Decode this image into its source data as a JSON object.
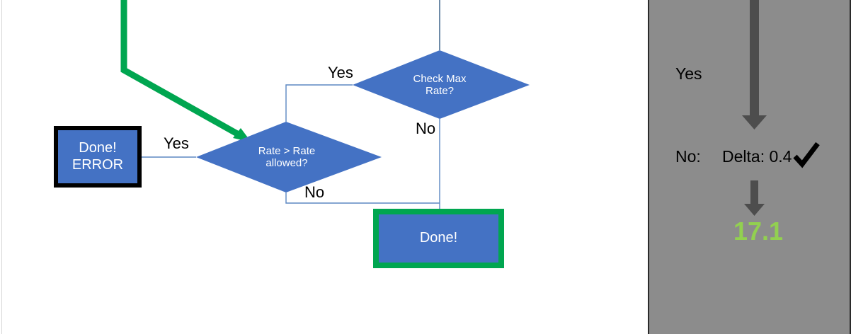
{
  "flowchart": {
    "nodes": {
      "check_max_rate": {
        "label_line1": "Check Max",
        "label_line2": "Rate?",
        "shape": "decision",
        "fill": "#4472C4"
      },
      "rate_gt_allowed": {
        "label_line1": "Rate > Rate",
        "label_line2": "allowed?",
        "shape": "decision",
        "fill": "#4472C4"
      },
      "done_error": {
        "label_line1": "Done!",
        "label_line2": "ERROR",
        "shape": "process",
        "fill": "#4472C4",
        "border": "#000000"
      },
      "done_ok": {
        "label": "Done!",
        "shape": "process",
        "fill": "#4472C4",
        "border": "#00A650"
      }
    },
    "edge_labels": {
      "check_max_yes": "Yes",
      "check_max_no": "No",
      "rate_yes": "Yes",
      "rate_no": "No"
    },
    "highlight": {
      "color": "#00A650",
      "name": "active-path-arrow"
    }
  },
  "panel": {
    "background": "#8C8C8C",
    "yes_label": "Yes",
    "no_label": "No:",
    "delta_label": "Delta: 0.4",
    "check_mark": "✔",
    "result_value": "17.1",
    "result_color": "#92D050",
    "arrow_color": "#4D4D4D"
  }
}
